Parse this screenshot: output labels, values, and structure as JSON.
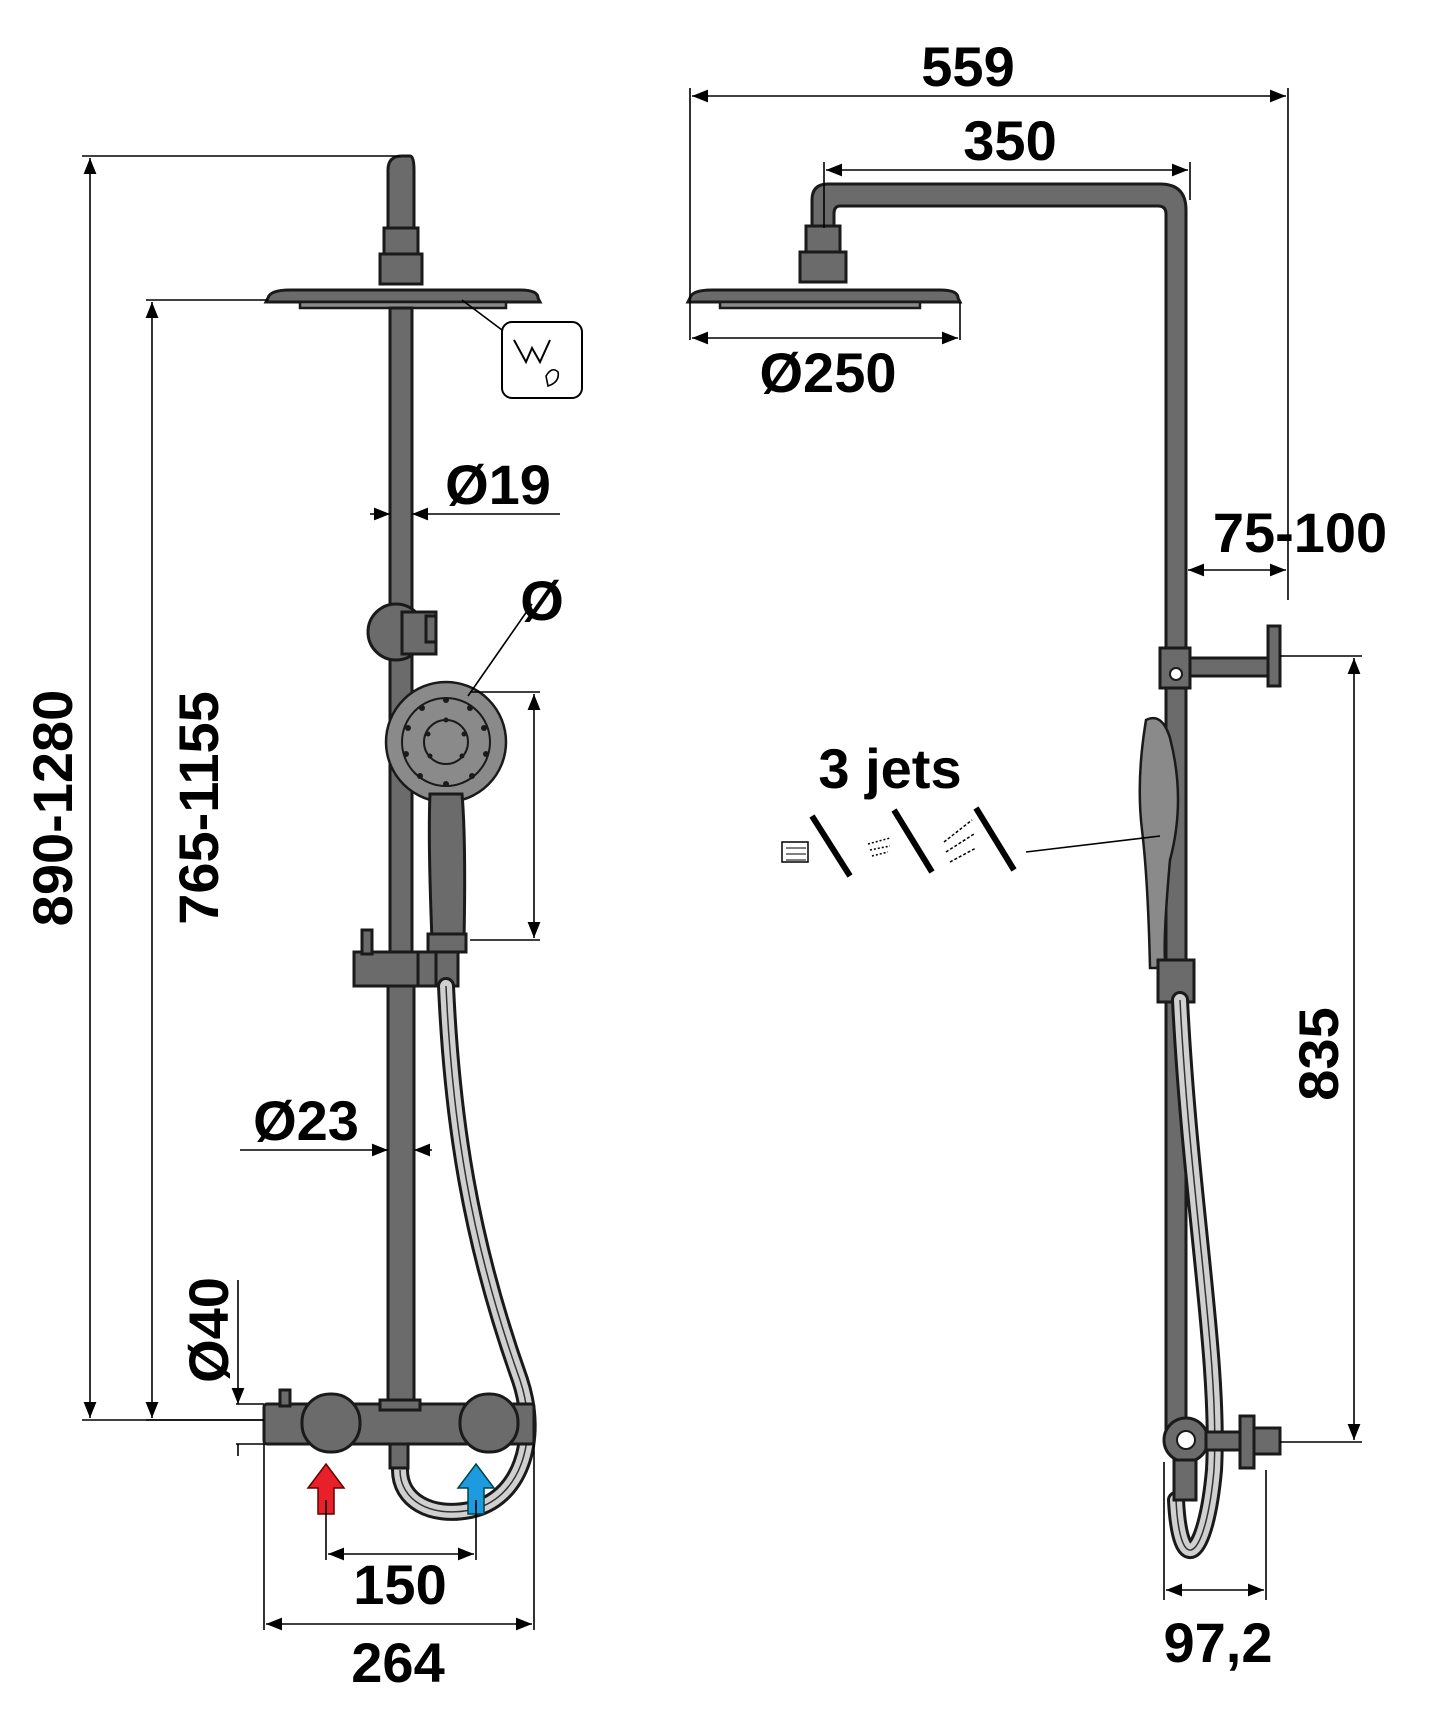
{
  "dimensions": {
    "total_width_top": "559",
    "arm_length": "350",
    "head_diameter": "Ø250",
    "riser_top_diameter": "Ø19",
    "handshower_diameter": "Ø",
    "riser_bottom_diameter": "Ø23",
    "valve_diameter": "Ø40",
    "inlet_spacing": "150",
    "valve_width": "264",
    "total_height": "890-1280",
    "head_height": "765-1155",
    "wall_offset": "75-100",
    "bracket_spacing": "835",
    "valve_depth": "97,2"
  },
  "jets_label": "3 jets",
  "colors": {
    "hot_arrow": "#e8202a",
    "cold_arrow": "#1e9be0",
    "chrome": "#6b6b6b"
  },
  "icons": [
    "easy-clean-nozzle-icon",
    "rain-jet-icon",
    "massage-jet-icon",
    "mist-jet-icon"
  ]
}
